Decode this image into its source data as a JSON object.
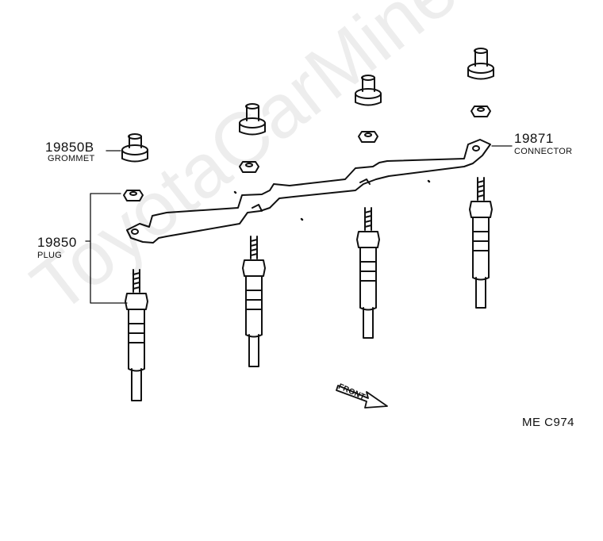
{
  "parts": {
    "grommet": {
      "number": "19850B",
      "name": "GROMMET"
    },
    "plug": {
      "number": "19850",
      "name": "PLUG"
    },
    "connector": {
      "number": "19871",
      "name": "CONNECTOR"
    }
  },
  "front_label": "FRONT",
  "figure_code": "ME C974",
  "watermark": "ToyotaCarMine.ru",
  "colors": {
    "line": "#111111",
    "watermark": "#000000"
  }
}
